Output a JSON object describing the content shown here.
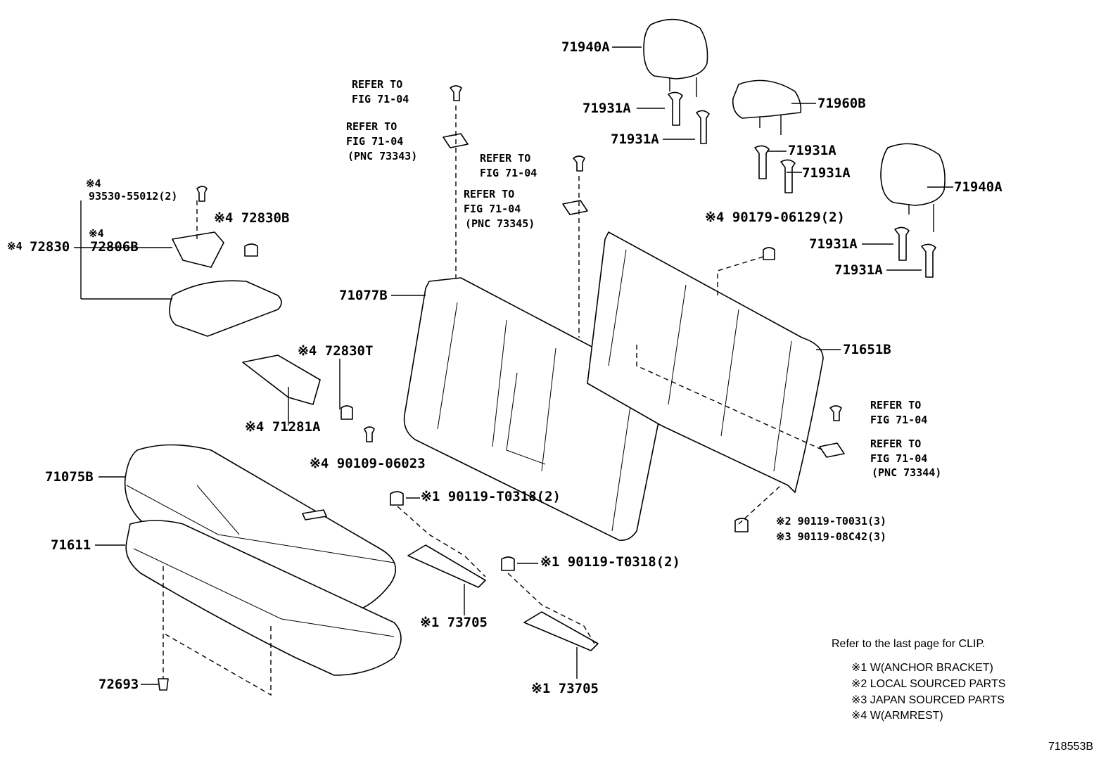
{
  "parts": {
    "headrest_left_top": "71940A",
    "headrest_center": "71960B",
    "headrest_right": "71940A",
    "guide_a1": "71931A",
    "guide_a2": "71931A",
    "guide_b1": "71931A",
    "guide_b2": "71931A",
    "guide_c1": "71931A",
    "guide_c2": "71931A",
    "back_frame_left": "71077B",
    "back_cover_right": "71651B",
    "cushion_cover": "71075B",
    "cushion_pad": "71611",
    "clip_bottom": "72693",
    "armrest_label": "72830",
    "armrest_mark": "※4",
    "armrest_cupholder": "72806B",
    "cupholder_mark": "※4",
    "cupholder_screw": "93530-55012(2)",
    "cupholder_screw_mark": "※4",
    "armrest_stopper": "※4 72830B",
    "armrest_hinge_nut": "※4 72830T",
    "armrest_bracket": "※4 71281A",
    "armrest_bolt": "※4 90109-06023",
    "nut_right": "※4 90179-06129(2)",
    "anchor_bolt_1": "※1 90119-T0318(2)",
    "anchor_bolt_2": "※1 90119-T0318(2)",
    "anchor_bracket_1": "※1 73705",
    "anchor_bracket_2": "※1 73705",
    "bolt_local": "※2  90119-T0031(3)",
    "bolt_japan": "※3  90119-08C42(3)"
  },
  "refs": {
    "r1_line1": "REFER TO",
    "r1_line2": "FIG 71-04",
    "r2_line1": "REFER TO",
    "r2_line2": "FIG 71-04",
    "r2_line3": "(PNC 73343)",
    "r3_line1": "REFER TO",
    "r3_line2": "FIG 71-04",
    "r4_line1": "REFER TO",
    "r4_line2": "FIG 71-04",
    "r4_line3": "(PNC 73345)",
    "r5_line1": "REFER TO",
    "r5_line2": "FIG 71-04",
    "r6_line1": "REFER TO",
    "r6_line2": "FIG 71-04",
    "r6_line3": "(PNC 73344)"
  },
  "notes": {
    "clip_note": "Refer to the last page for CLIP.",
    "legend": [
      "※1 W(ANCHOR  BRACKET)",
      "※2 LOCAL  SOURCED  PARTS",
      "※3 JAPAN  SOURCED  PARTS",
      "※4 W(ARMREST)"
    ],
    "figure_id": "718553B"
  }
}
